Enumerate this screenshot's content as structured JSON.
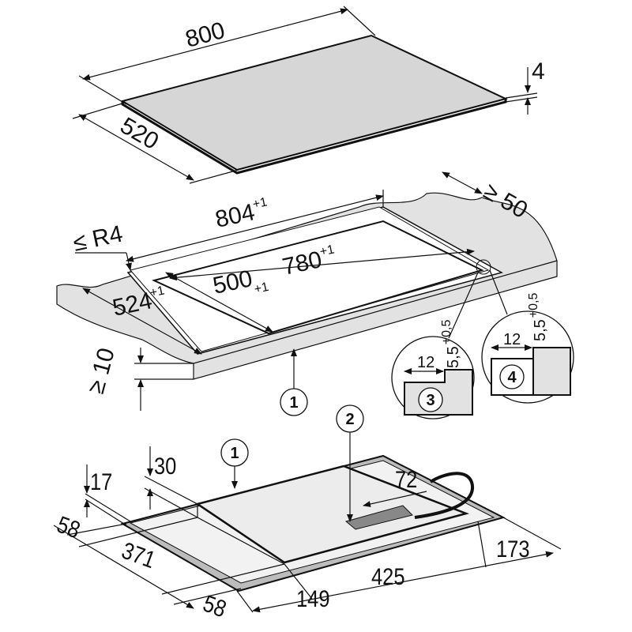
{
  "title": "Hob installation dimensions",
  "glass": {
    "width": "800",
    "depth": "520",
    "thickness": "4"
  },
  "cutout": {
    "outer_width": "804",
    "outer_width_tol": "+1",
    "radius": "≤ R4",
    "inner_width": "780",
    "inner_width_tol": "+1",
    "inner_depth": "500",
    "inner_depth_tol": "+1",
    "outer_depth": "524",
    "outer_depth_tol": "+1",
    "rear_clearance": "≥ 50",
    "worktop_min": "≥ 10"
  },
  "details": [
    {
      "label": "3",
      "width": "12",
      "height": "5,5",
      "tol": "+0,5"
    },
    {
      "label": "4",
      "width": "12",
      "height": "5,5",
      "tol": "+0,5"
    }
  ],
  "callouts": {
    "worktop": "1",
    "hob": "1",
    "connection_box": "2"
  },
  "hob": {
    "frame_height": "17",
    "body_height": "30",
    "front_offset": "58",
    "body_depth_left": "371",
    "rear_offset": "58",
    "box_offset": "149",
    "box_width": "425",
    "right_offset": "173",
    "cable": "72"
  },
  "colors": {
    "surface": "#d9d9d9",
    "frame": "#bcbcbc",
    "line": "#111111"
  }
}
